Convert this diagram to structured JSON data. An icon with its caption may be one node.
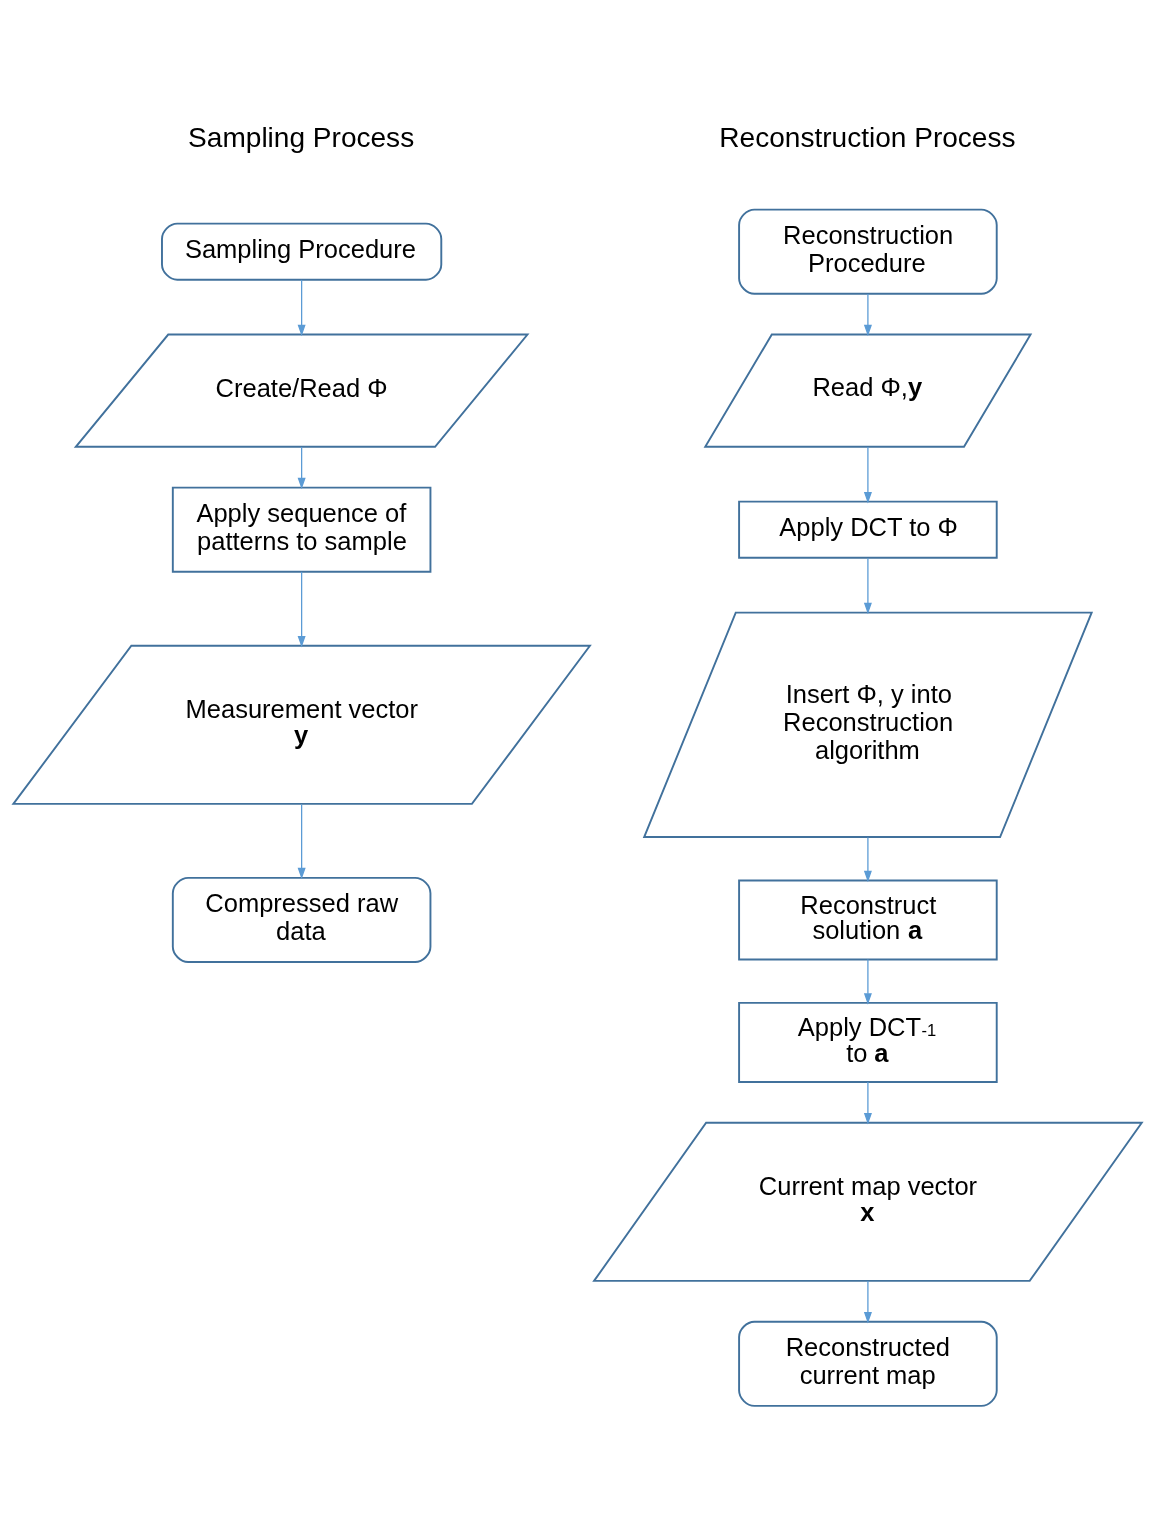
{
  "diagram": {
    "nodes": [
      {
        "text": [
          "Sampling Procedure"
        ]
      },
      {
        "text": [
          "Create/Read Φ"
        ]
      },
      {
        "text": [
          "Apply sequence of patterns to sample"
        ]
      },
      {
        "text": [
          "Measurement vector **y**"
        ]
      },
      {
        "text": [
          "Compressed raw data"
        ]
      },
      {
        "text": [
          "Reconstruction Procedure"
        ]
      },
      {
        "text": [
          "Read Φ,**y**"
        ]
      },
      {
        "text": [
          "Apply DCT to Φ"
        ]
      },
      {
        "text": [
          "Insert Φ, y into Reconstruction algorithm"
        ]
      },
      {
        "text": [
          "Reconstruct solution **a**"
        ]
      },
      {
        "text": [
          "Apply DCT$^{-1}$ to **a**"
        ]
      },
      {
        "text": [
          "Current map vector **x**"
        ]
      },
      {
        "text": [
          "Reconstructed current map"
        ]
      }
    ],
    "edges": [
      {
        "from": 0,
        "to": 1,
        "arrow": "to"
      },
      {
        "from": 1,
        "to": 2,
        "arrow": "to"
      },
      {
        "from": 2,
        "to": 3,
        "arrow": "to"
      },
      {
        "from": 3,
        "to": 4,
        "arrow": "to"
      },
      {
        "from": 5,
        "to": 6,
        "arrow": "to"
      },
      {
        "from": 6,
        "to": 7,
        "arrow": "to"
      },
      {
        "from": 7,
        "to": 8,
        "arrow": "to"
      },
      {
        "from": 8,
        "to": 9,
        "arrow": "to"
      },
      {
        "from": 9,
        "to": 10,
        "arrow": "to"
      },
      {
        "from": 10,
        "to": 11,
        "arrow": "to"
      },
      {
        "from": 11,
        "to": 12,
        "arrow": "to"
      }
    ],
    "labels": [
      "Sampling Process",
      "Reconstruction Process"
    ]
  }
}
